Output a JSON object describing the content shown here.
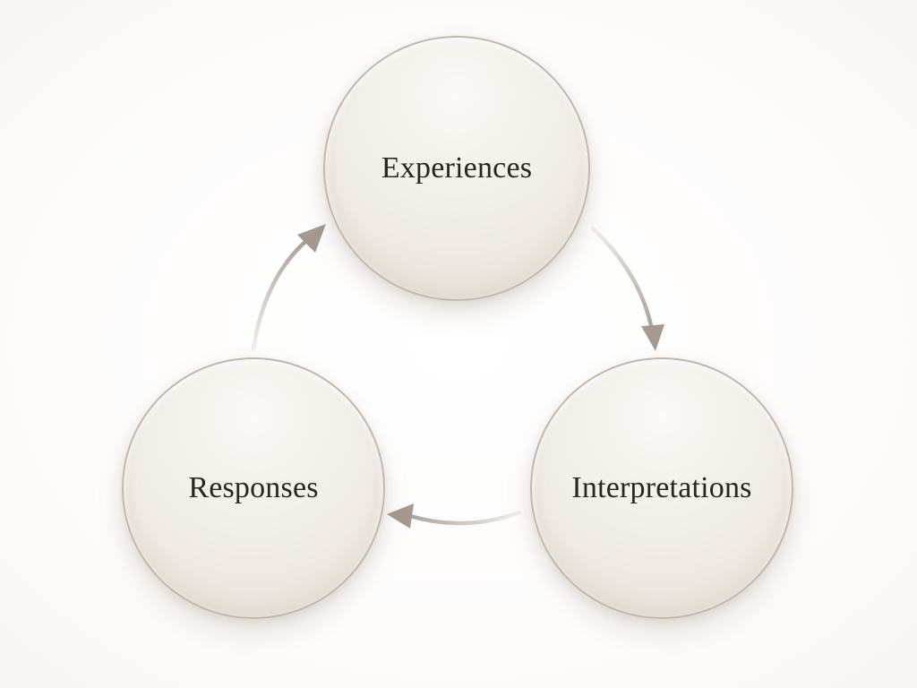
{
  "diagram": {
    "nodes": [
      {
        "id": "experiences",
        "label": "Experiences"
      },
      {
        "id": "interpretations",
        "label": "Interpretations"
      },
      {
        "id": "responses",
        "label": "Responses"
      }
    ],
    "edges": [
      {
        "from": "experiences",
        "to": "interpretations"
      },
      {
        "from": "interpretations",
        "to": "responses"
      },
      {
        "from": "responses",
        "to": "experiences"
      }
    ],
    "colors": {
      "arrow": "#a49a91",
      "node_border": "#c2b8ad",
      "text": "#2a2522"
    }
  }
}
